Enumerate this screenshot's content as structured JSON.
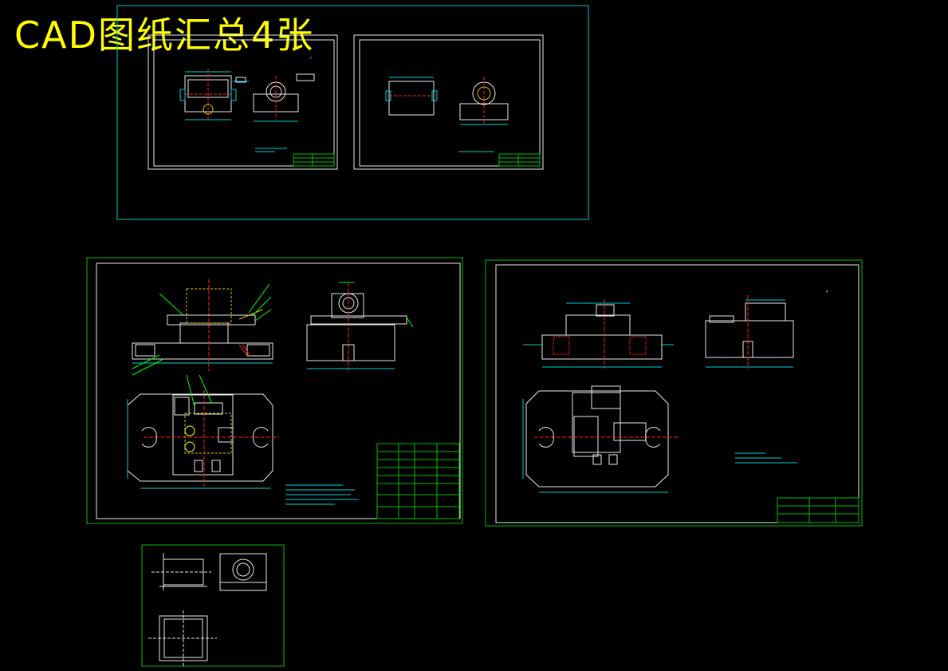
{
  "title": "CAD图纸汇总4张",
  "colors": {
    "background": "#000000",
    "title": "#ffff00",
    "frame_green": "#00c000",
    "frame_cyan": "#00c8c8",
    "line_white": "#e8e8e8",
    "centerline_red": "#ff2020",
    "dimension_cyan": "#00d0d0",
    "hidden_yellow": "#e0c000",
    "leader_green": "#00ff00"
  },
  "sheets": [
    {
      "id": "sheet-group-1",
      "description_names": [
        "part-drawing-1",
        "part-drawing-2"
      ]
    },
    {
      "id": "sheet-assembly"
    },
    {
      "id": "sheet-fixture-body"
    },
    {
      "id": "sheet-part-sketch"
    }
  ]
}
